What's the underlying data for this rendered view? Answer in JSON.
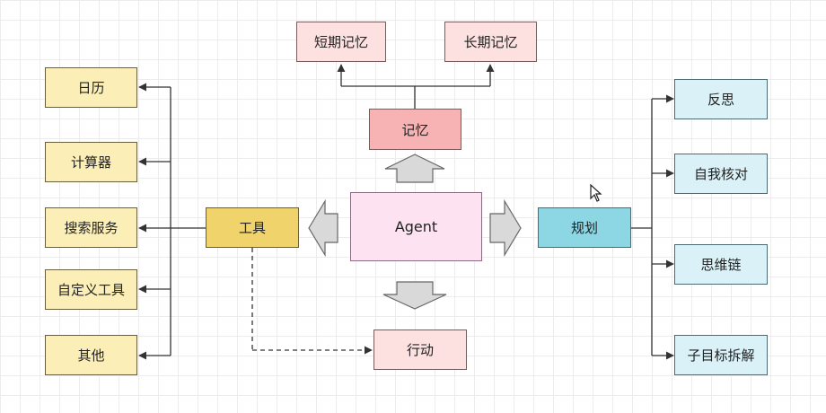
{
  "diagram": {
    "center": "Agent",
    "memory": {
      "label": "记忆",
      "children": [
        "短期记忆",
        "长期记忆"
      ]
    },
    "tools": {
      "label": "工具",
      "children": [
        "日历",
        "计算器",
        "搜索服务",
        "自定义工具",
        "其他"
      ]
    },
    "planning": {
      "label": "规划",
      "children": [
        "反思",
        "自我核对",
        "思维链",
        "子目标拆解"
      ]
    },
    "action": {
      "label": "行动"
    }
  }
}
